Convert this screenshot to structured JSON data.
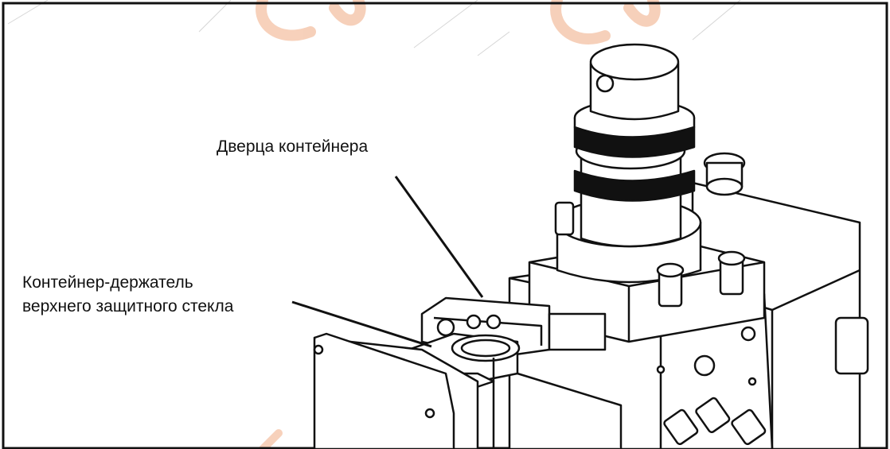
{
  "labels": {
    "door": "Дверца контейнера",
    "holder_line1": "Контейнер-держатель",
    "holder_line2": "верхнего защитного стекла"
  },
  "watermark": {
    "color": "#e87a3c"
  }
}
